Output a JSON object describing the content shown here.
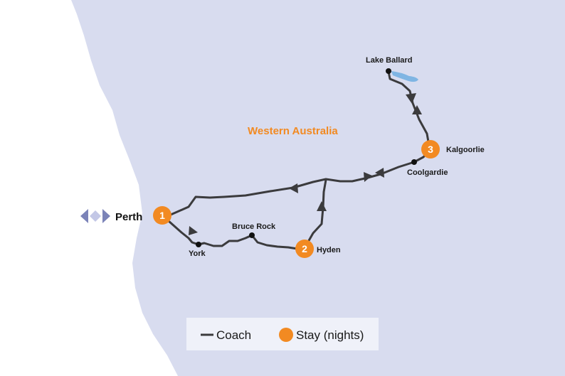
{
  "map": {
    "region_label": "Western Australia",
    "origin": {
      "name": "Perth"
    },
    "stays": [
      {
        "number": "1",
        "name": ""
      },
      {
        "number": "2",
        "name": "Hyden"
      },
      {
        "number": "3",
        "name": "Kalgoorlie"
      }
    ],
    "waypoints": [
      {
        "name": "York"
      },
      {
        "name": "Bruce Rock"
      },
      {
        "name": "Coolgardie"
      },
      {
        "name": "Lake Ballard"
      }
    ],
    "legend": {
      "coach_label": "Coach",
      "stay_label": "Stay (nights)"
    },
    "colors": {
      "land": "#d8dcef",
      "sea": "#ffffff",
      "route": "#3b3b3d",
      "stay": "#f28a22",
      "lake": "#7fb5e3",
      "origin_marker": "#7b83b8"
    }
  }
}
